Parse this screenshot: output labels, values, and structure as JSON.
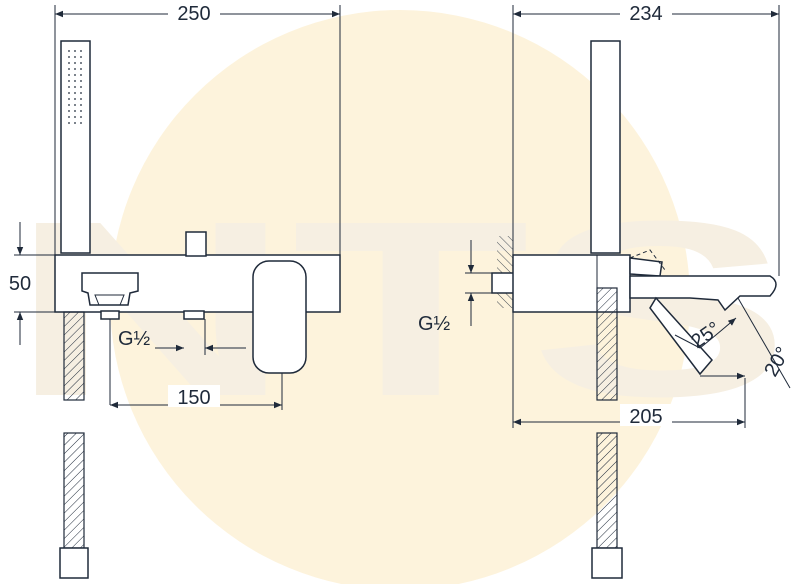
{
  "watermark": {
    "text": "NTS",
    "colors": {
      "circle": "#fdf3dc",
      "letters": "#f3ede2"
    }
  },
  "front_view": {
    "dim_width": "250",
    "dim_height": "50",
    "dim_thread": "G½",
    "dim_spacing": "150"
  },
  "side_view": {
    "dim_width": "234",
    "dim_depth": "205",
    "dim_thread": "G½",
    "dim_angle_spout": "25°",
    "dim_angle_tilt": "20°"
  },
  "colors": {
    "line": "#1f2a3a",
    "background": "#ffffff"
  }
}
